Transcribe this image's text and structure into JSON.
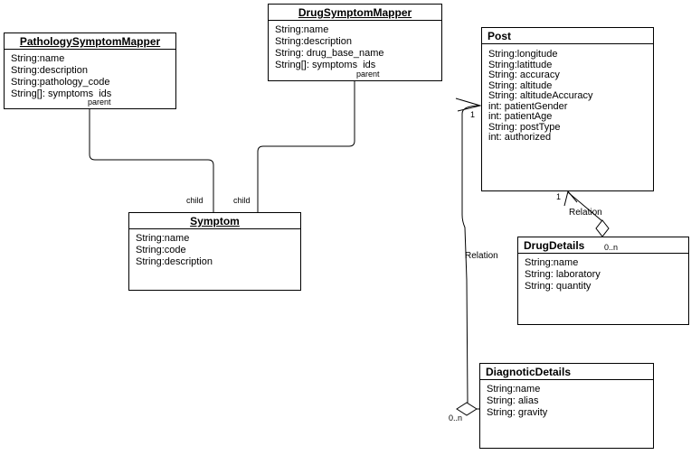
{
  "diagram": {
    "type": "uml-class-diagram",
    "colors": {
      "line": "#000000",
      "background": "#ffffff",
      "box_fill": "#ffffff",
      "text": "#000000"
    },
    "classes": [
      {
        "title": "PathologySymptomMapper",
        "attributes": [
          "String:name",
          "String:description",
          "String:pathology_code",
          "String[]: symptoms  ids"
        ]
      },
      {
        "title": "DrugSymptomMapper",
        "attributes": [
          "String:name",
          "String:description",
          "String: drug_base_name",
          "String[]: symptoms  ids"
        ]
      },
      {
        "title": "Post",
        "attributes": [
          "String:longitude",
          "String:latittude",
          "String: accuracy",
          "String: altitude",
          "String: altitudeAccuracy",
          "int: patientGender",
          "int: patientAge",
          "String: postType",
          "int: authorized"
        ]
      },
      {
        "title": "Symptom",
        "attributes": [
          "String:name",
          "String:code",
          "String:description"
        ]
      },
      {
        "title": "DrugDetails",
        "attributes": [
          "String:name",
          "String: laboratory",
          "String: quantity"
        ]
      },
      {
        "title": "DiagnoticDetails",
        "attributes": [
          "String:name",
          "String: alias",
          "String: gravity"
        ]
      }
    ],
    "labels": {
      "parent_pathology": "parent",
      "parent_drug": "parent",
      "child_left": "child",
      "child_right": "child",
      "relation_left": "Relation",
      "relation_bottom": "Relation",
      "mult_one_left": "1",
      "mult_one_bottom": "1",
      "mult_zero_n_drug": "0..n",
      "mult_zero_n_diagnotic": "0..n"
    }
  }
}
